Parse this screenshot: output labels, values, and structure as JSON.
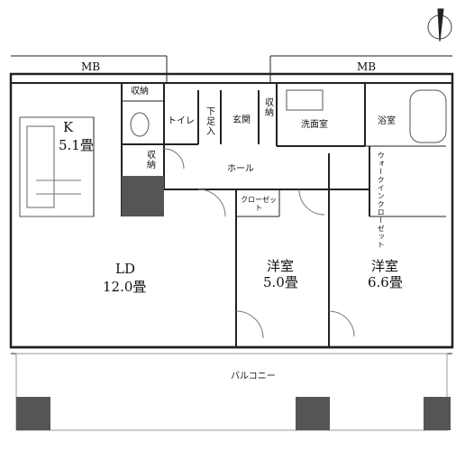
{
  "plan": {
    "mb_left": "MB",
    "mb_right": "MB",
    "rooms": {
      "kitchen_name": "K",
      "kitchen_size": "5.1畳",
      "storage_top": "収納",
      "toilet": "トイレ",
      "shoe_storage": "下足入",
      "entrance": "玄関",
      "storage_right": "収納",
      "washroom": "洗面室",
      "bathroom": "浴室",
      "storage_middle": "収納",
      "hall": "ホール",
      "closet": "クローゼット",
      "walk_in_closet": "ウォークインクローゼット",
      "ld_name": "LD",
      "ld_size": "12.0畳",
      "western1_name": "洋室",
      "western1_size": "5.0畳",
      "western2_name": "洋室",
      "western2_size": "6.6畳",
      "balcony": "バルコニー"
    }
  }
}
